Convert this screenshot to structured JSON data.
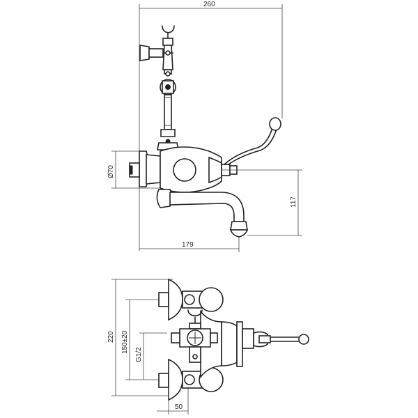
{
  "dimensions": {
    "top_width": "260",
    "diameter": "Ø70",
    "spout_height": "117",
    "spout_reach": "179",
    "total_height": "220",
    "center_distance": "150±20",
    "thread": "G1/2",
    "wall_offset": "50"
  }
}
